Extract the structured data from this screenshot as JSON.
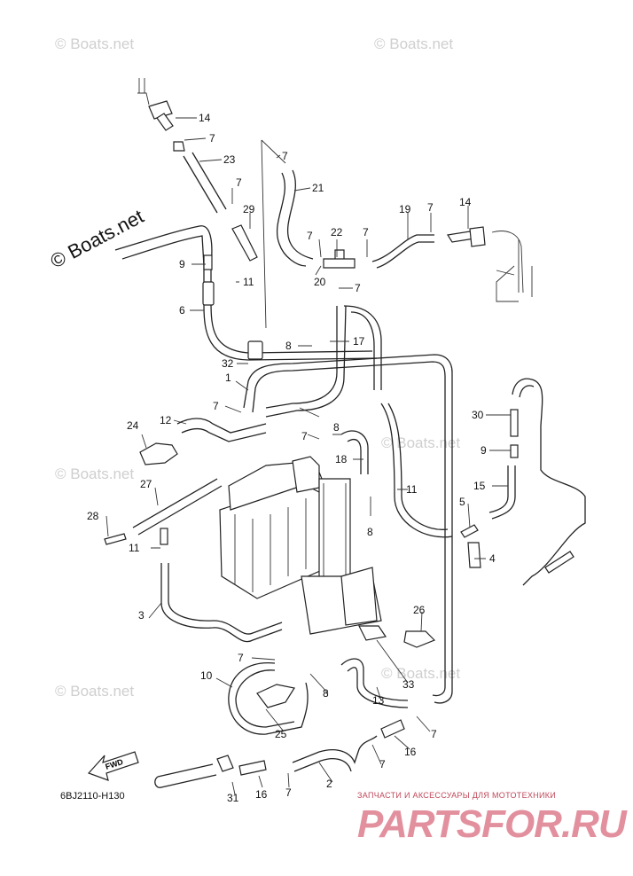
{
  "watermarks": [
    "© Boats.net",
    "© Boats.net",
    "© Boats.net",
    "© Boats.net",
    "© Boats.net",
    "© Boats.net",
    "© Boats.net"
  ],
  "fwd_label": "FWD",
  "part_code": "6BJ2110-H130",
  "brand": {
    "caption": "ЗАПЧАСТИ И АКСЕССУАРЫ ДЛЯ МОТОТЕХНИКИ",
    "logo": "PARTSFOR.RU",
    "color": "#e2909e"
  },
  "callouts": [
    "14",
    "7",
    "23",
    "7",
    "7",
    "21",
    "29",
    "19",
    "7",
    "14",
    "7",
    "22",
    "7",
    "9",
    "11",
    "20",
    "7",
    "6",
    "8",
    "17",
    "32",
    "1",
    "7",
    "12",
    "24",
    "8",
    "7",
    "18",
    "30",
    "9",
    "27",
    "11",
    "15",
    "28",
    "5",
    "11",
    "8",
    "4",
    "3",
    "26",
    "7",
    "10",
    "33",
    "8",
    "13",
    "7",
    "25",
    "16",
    "7",
    "2",
    "31",
    "16",
    "7"
  ]
}
